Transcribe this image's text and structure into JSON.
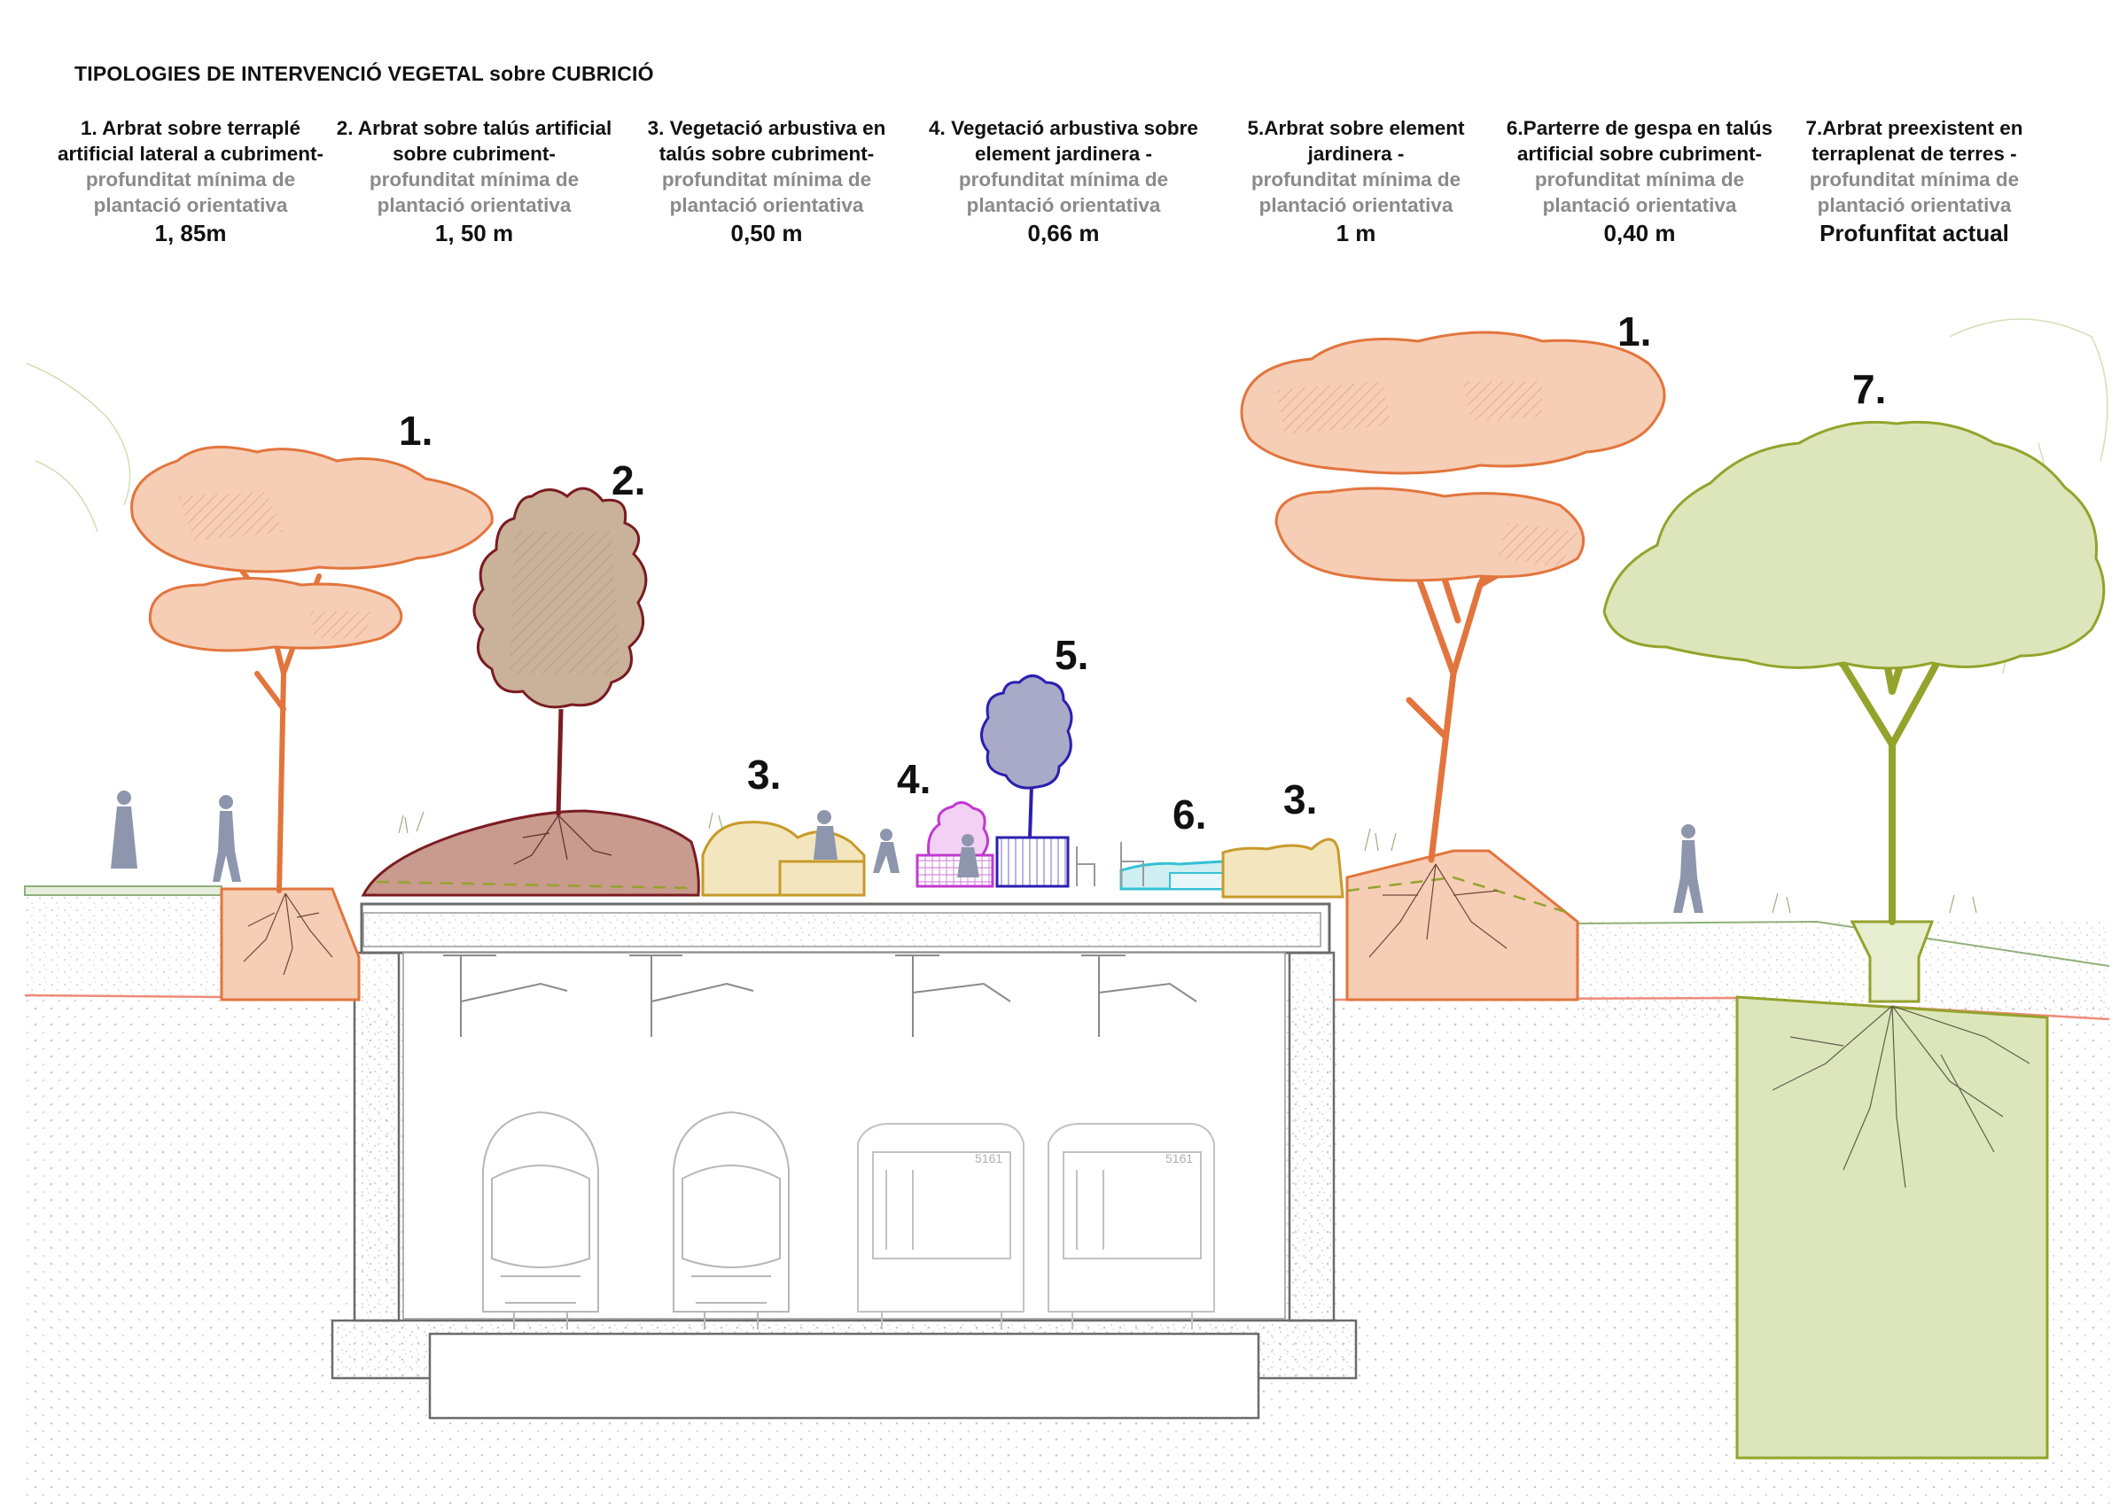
{
  "title": "TIPOLOGIES DE INTERVENCIÓ VEGETAL sobre CUBRICIÓ",
  "columns": [
    {
      "h1": "1. Arbrat sobre terraplé",
      "h2": "artificial  lateral a cubriment-",
      "g1": "profunditat mínima de",
      "g2": "plantació orientativa",
      "depth": "1, 85m"
    },
    {
      "h1": "2. Arbrat sobre talús artificial",
      "h2": "sobre cubriment-",
      "g1": "profunditat mínima de",
      "g2": "plantació orientativa",
      "depth": "1, 50 m"
    },
    {
      "h1": "3. Vegetació arbustiva  en",
      "h2": "talús sobre cubriment-",
      "g1": "profunditat mínima de",
      "g2": "plantació orientativa",
      "depth": "0,50 m"
    },
    {
      "h1": "4. Vegetació arbustiva sobre",
      "h2": "element jardinera -",
      "g1": "profunditat mínima de",
      "g2": "plantació orientativa",
      "depth": "0,66 m"
    },
    {
      "h1": "5.Arbrat sobre element",
      "h2": "jardinera -",
      "g1": "profunditat mínima de",
      "g2": "plantació orientativa",
      "depth": "1 m"
    },
    {
      "h1": "6.Parterre de gespa en talús",
      "h2": "artificial sobre cubriment-",
      "g1": "profunditat mínima de",
      "g2": "plantació orientativa",
      "depth": "0,40 m"
    },
    {
      "h1": "7.Arbrat preexistent en",
      "h2": "terraplenat de terres  -",
      "g1": "profunditat mínima de",
      "g2": "plantació orientativa",
      "depth": "Profunfitat actual"
    }
  ],
  "markers": [
    "1.",
    "2.",
    "3.",
    "4.",
    "5.",
    "6.",
    "3.",
    "1.",
    "7."
  ],
  "train_numbers": [
    "5161",
    "5161"
  ],
  "colors": {
    "orange": "#e2753d",
    "orange_fill": "#f6cdb5",
    "maroon": "#7a1c22",
    "maroon_fill": "#c99a8e",
    "mustard": "#c89a2a",
    "mustard_fill": "#f3e6bf",
    "magenta": "#c13ad0",
    "magenta_fill": "#f2d1f4",
    "blue": "#2b1fb0",
    "blue_fill": "#d6d4f2",
    "cyan": "#33c1d3",
    "cyan_fill": "#cfeff3",
    "olive": "#94a32b",
    "olive_fill": "#dde6bb",
    "structure": "#6b6b6b",
    "ground_line": "#ef8a7a"
  }
}
